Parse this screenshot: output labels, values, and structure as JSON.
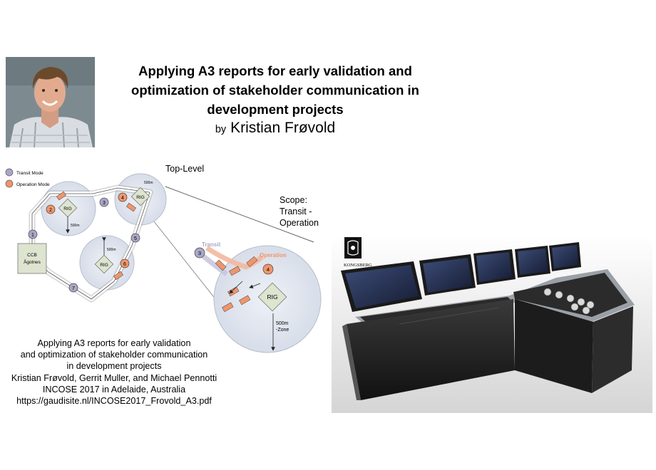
{
  "title": {
    "line1": "Applying A3 reports for early validation and",
    "line2": "optimization of stakeholder communication in",
    "line3": "development projects",
    "by": "by",
    "author": "Kristian Frøvold"
  },
  "reference": {
    "line1": "Applying A3 reports for early validation",
    "line2": "and optimization of stakeholder communication",
    "line3": "in development projects",
    "line4": "Kristian Frøvold, Gerrit Muller, and Michael Pennotti",
    "line5": "INCOSE 2017 in Adelaide, Australia",
    "line6": "https://gaudisite.nl/INCOSE2017_Frovold_A3.pdf"
  },
  "diagram": {
    "top_level": "Top-Level",
    "scope_line1": "Scope:",
    "scope_line2": "Transit -",
    "scope_line3": "Operation",
    "legend_transit": "Transit Mode",
    "legend_operation": "Operation Mode",
    "ccb_line1": "CCB",
    "ccb_line2": "Ågotnes",
    "rig": "RIG",
    "dist": "500m",
    "zone_line1": "500m",
    "zone_line2": "-Zone",
    "transit": "Transit",
    "operation": "Operation",
    "n1": "1",
    "n2": "2",
    "n3": "3",
    "n4": "4",
    "n5": "5",
    "n6": "6",
    "n7": "7",
    "transit_color": "#a9a7c8",
    "operation_color": "#f0956b"
  },
  "console": {
    "brand": "KONGSBERG"
  }
}
